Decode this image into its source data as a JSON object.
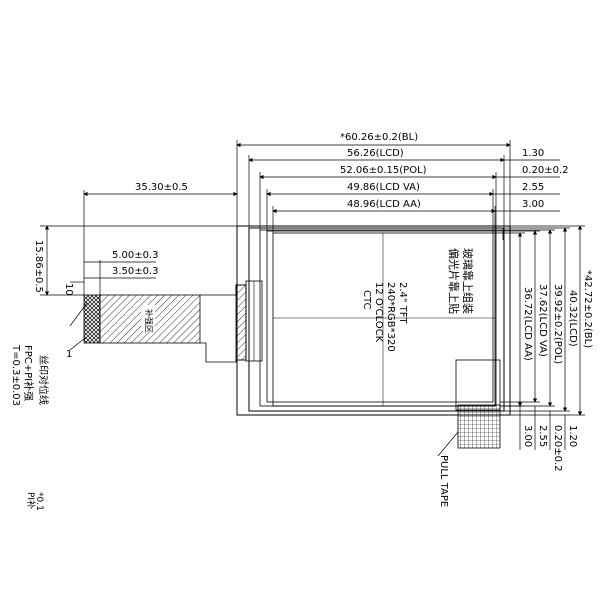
{
  "dimensions": {
    "bl_width": "*60.26±0.2(BL)",
    "lcd_width": "56.26(LCD)",
    "pol_width": "52.06±0.15(POL)",
    "va_width": "49.86(LCD VA)",
    "aa_width": "48.96(LCD AA)",
    "offset_1": "1.30",
    "offset_2": "0.20±0.2",
    "offset_3": "2.55",
    "offset_4": "3.00",
    "fpc_length": "35.30±0.5",
    "fpc_height": "15.86±0.5",
    "fpc_w1": "5.00±0.3",
    "fpc_w2": "3.50±0.3",
    "fpc_end": "10",
    "bl_height": "*42.72±0.2(BL)",
    "lcd_height": "40.32(LCD)",
    "pol_height": "39.92±0.2(POL)",
    "va_height": "37.62(LCD VA)",
    "aa_height": "36.72(LCD AA)",
    "bottom_1": "1.20",
    "bottom_2": "0.20±0.2",
    "bottom_3": "2.55",
    "bottom_4": "3.00"
  },
  "labels": {
    "spec_line1": "2.4\" TFT",
    "spec_line2": "240*RGB*320",
    "spec_line3": "12 O'CLOCK",
    "spec_line4": "CTC",
    "note_glass": "玻璃靠上组装",
    "note_polarizer": "偏光片靠上贴",
    "fpc_stiffener": "FPC+PI补强",
    "fpc_thickness": "T=0.3±0.03",
    "silk_marker": "丝印对位线",
    "pin_one": "1",
    "pull_tape": "PULL TAPE",
    "stiffener_area": "补强区",
    "edge_text_1": "*0.1",
    "edge_text_2": "PI补"
  }
}
